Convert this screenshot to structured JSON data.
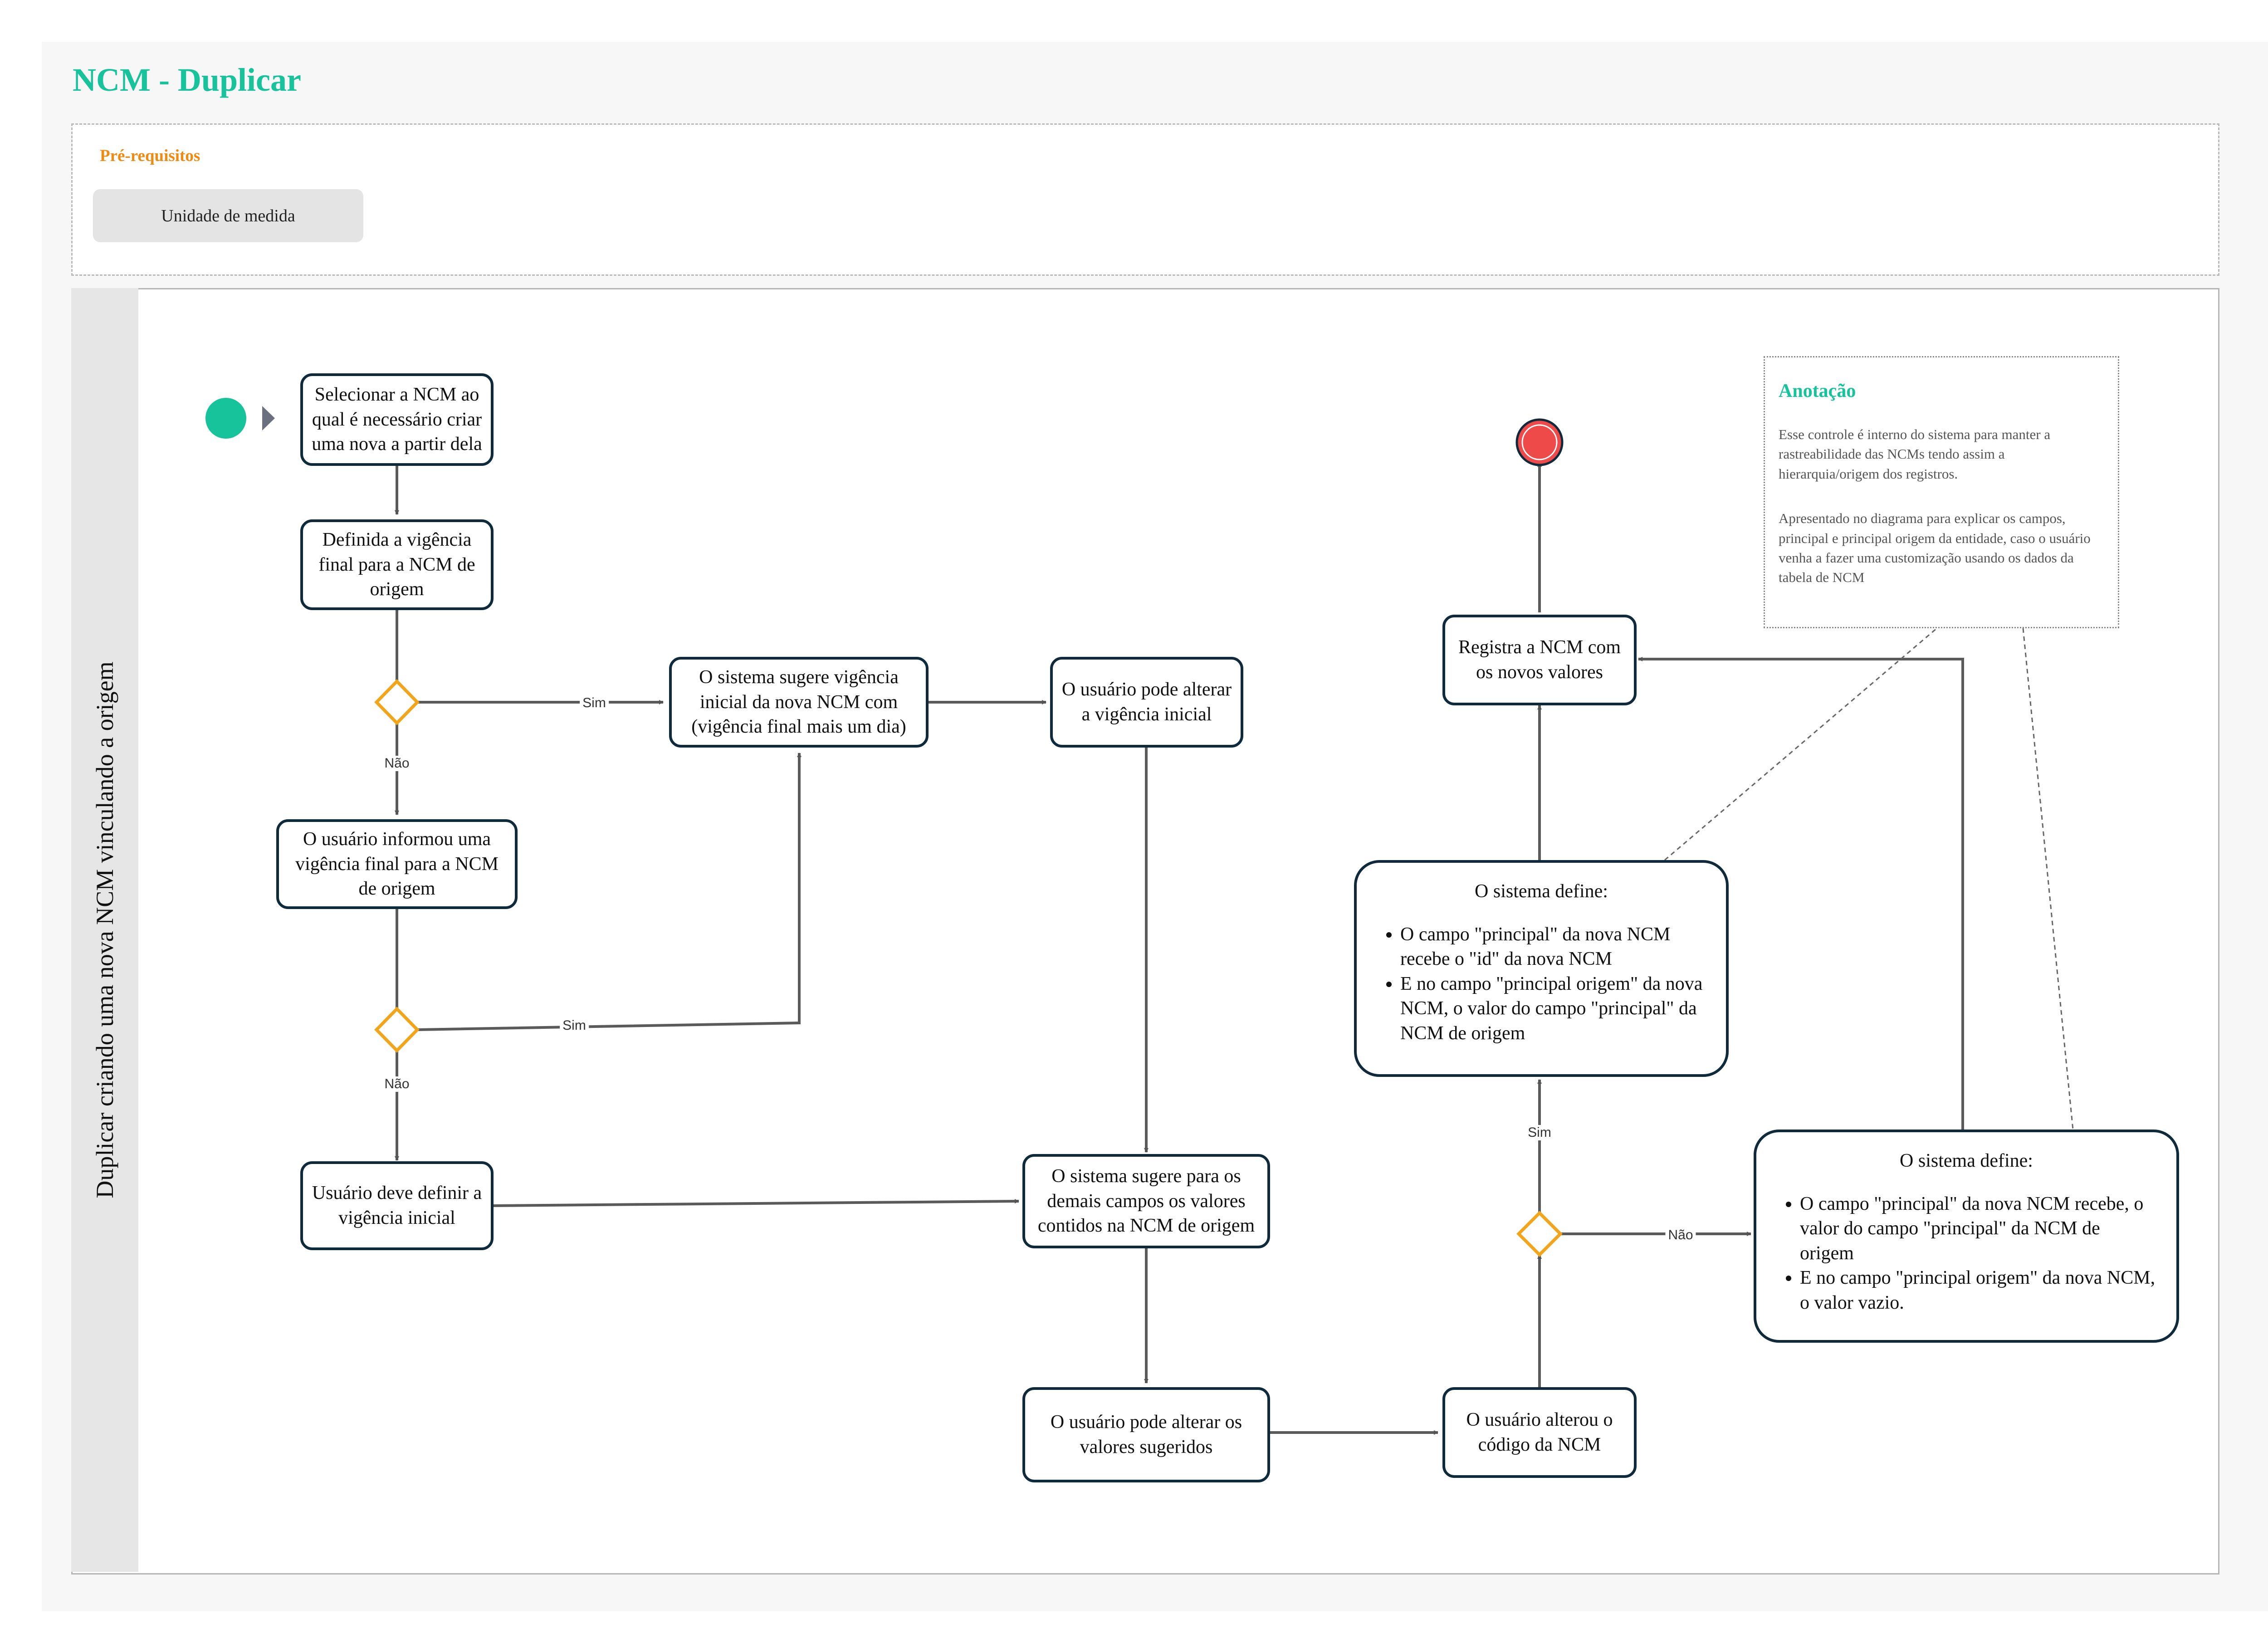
{
  "title": "NCM - Duplicar",
  "prerequisites": {
    "heading": "Pré-requisitos",
    "items": [
      "Unidade de medida"
    ]
  },
  "lane": {
    "title": "Duplicar criando uma nova NCM vinculando a origem"
  },
  "nodes": {
    "select_ncm": "Selecionar a NCM ao qual é necessário criar uma nova a partir dela",
    "define_final": "Definida a vigência final para a NCM de origem",
    "user_informed": "O usuário informou uma vigência final para a NCM de origem",
    "user_must_define": "Usuário deve definir a vigência inicial",
    "system_suggests_initial": "O sistema sugere vigência inicial da nova NCM com (vigência final mais um dia)",
    "user_can_alter_initial": "O usuário pode alterar a vigência inicial",
    "system_suggests_fields": "O sistema sugere para os demais campos os valores contidos na NCM de origem",
    "user_can_alter_values": "O usuário pode alterar os valores sugeridos",
    "user_altered_code": "O usuário alterou o código da NCM",
    "register_ncm": "Registra a NCM com os novos valores",
    "system_defines_yes": {
      "title": "O sistema define:",
      "bullets": [
        "O campo \"principal\" da nova NCM recebe o \"id\" da nova NCM",
        "E no campo \"principal origem\" da nova NCM, o valor do campo \"principal\" da NCM de origem"
      ]
    },
    "system_defines_no": {
      "title": "O sistema define:",
      "bullets": [
        "O campo \"principal\" da nova NCM recebe, o valor do campo \"principal\" da NCM de origem",
        "E no campo \"principal origem\" da nova NCM, o valor vazio."
      ]
    }
  },
  "edge_labels": {
    "yes": "Sim",
    "no": "Não"
  },
  "annotation": {
    "title": "Anotação",
    "paragraphs": [
      "Esse controle é interno do sistema para manter a rastreabilidade das NCMs tendo assim a hierarquia/origem dos registros.",
      "Apresentado no diagrama para explicar os campos, principal e principal origem da entidade, caso o usuário venha a fazer uma customização usando os dados da tabela de NCM"
    ]
  },
  "colors": {
    "accent": "#17c39a",
    "prereq_heading": "#ef8a12",
    "node_border": "#0e2a3b",
    "decision": "#f0a51a",
    "start": "#17c39a",
    "end": "#ef4a4a",
    "edge": "#555555"
  }
}
